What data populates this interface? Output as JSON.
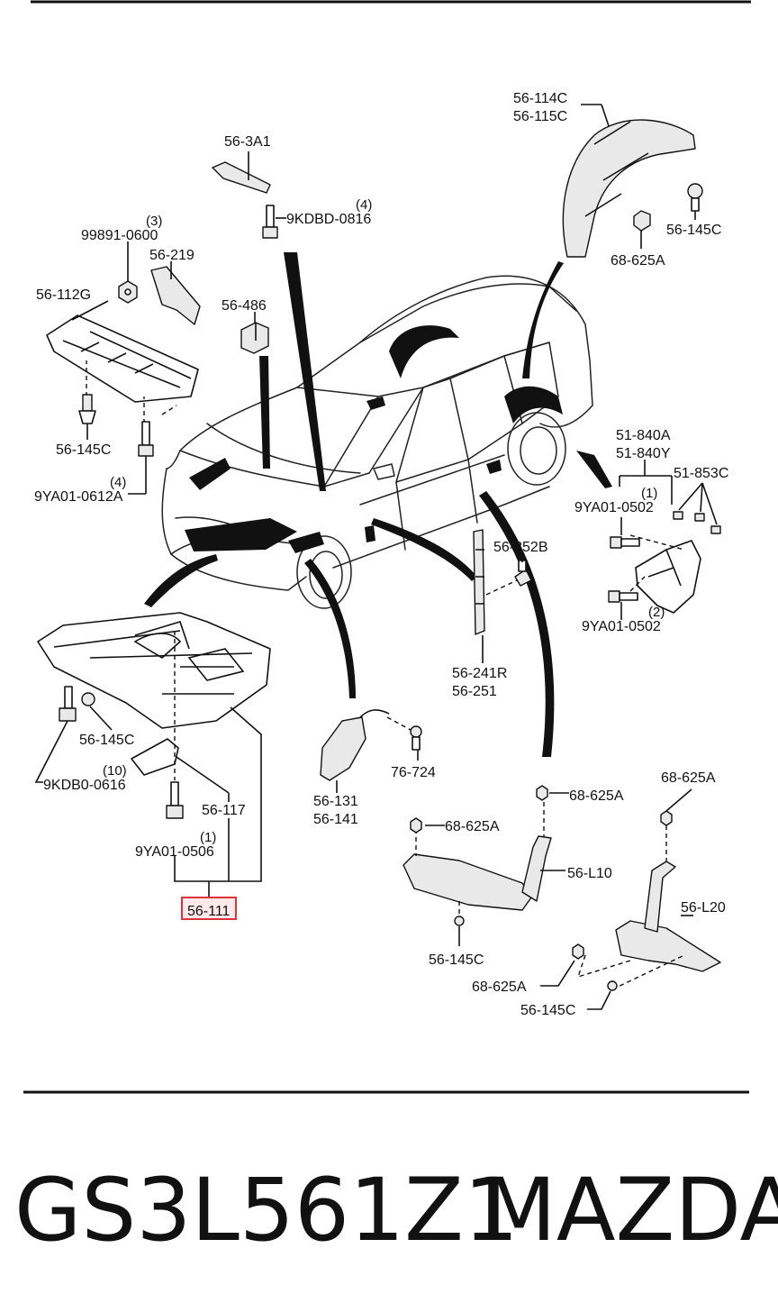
{
  "labels": {
    "p56_3a1": "56-3A1",
    "p9kdbd_0816": "9KDBD-0816",
    "q4_a": "(4)",
    "p99891_0600": "99891-0600",
    "q3": "(3)",
    "p56_219": "56-219",
    "p56_112g": "56-112G",
    "p56_486": "56-486",
    "p56_145c_a": "56-145C",
    "p9ya01_0612a": "9YA01-0612A",
    "q4_b": "(4)",
    "p56_114c": "56-114C",
    "p56_115c": "56-115C",
    "p56_145c_b": "56-145C",
    "p68_625a_a": "68-625A",
    "p51_840a": "51-840A",
    "p51_840y": "51-840Y",
    "p51_853c": "51-853C",
    "q1_a": "(1)",
    "p9ya01_0502_a": "9YA01-0502",
    "q2": "(2)",
    "p9ya01_0502_b": "9YA01-0502",
    "p56_852b": "56-852B",
    "p56_241r": "56-241R",
    "p56_251": "56-251",
    "p56_145c_c": "56-145C",
    "q10": "(10)",
    "p9kdb0_0616": "9KDB0-0616",
    "p56_117": "56-117",
    "q1_b": "(1)",
    "p9ya01_0506": "9YA01-0506",
    "p56_111": "56-111",
    "p76_724": "76-724",
    "p56_131": "56-131",
    "p56_141": "56-141",
    "p68_625a_b": "68-625A",
    "p68_625a_c": "68-625A",
    "p68_625a_d": "68-625A",
    "p56_l10": "56-L10",
    "p56_l20": "56-L20",
    "p56_145c_d": "56-145C",
    "p68_625a_e": "68-625A",
    "p56_145c_e": "56-145C"
  },
  "caption": {
    "part_number": "GS3L561Z1",
    "brand": "MAZDA"
  },
  "highlight": {
    "part": "56-111",
    "color": "#e0343a",
    "fill": "#fde8ea"
  }
}
